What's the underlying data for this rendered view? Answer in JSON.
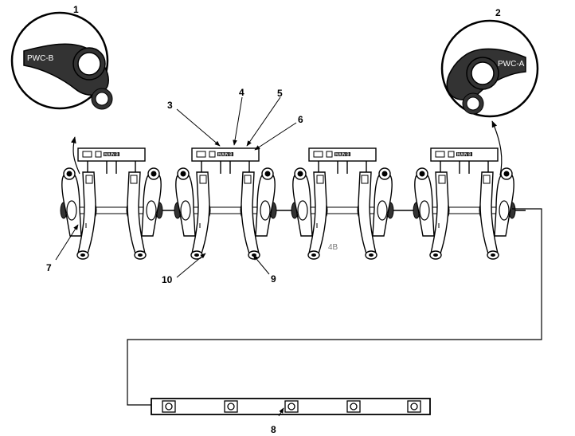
{
  "detail_views": [
    {
      "id": "detail-1",
      "callout": "1",
      "tag": "PWC-B"
    },
    {
      "id": "detail-2",
      "callout": "2",
      "tag": "PWC-A"
    }
  ],
  "callouts": {
    "c3": "3",
    "c4": "4",
    "c5": "5",
    "c6": "6",
    "c7": "7",
    "c8": "8",
    "c9": "9",
    "c10": "10"
  },
  "bracket_mark": "MAIN B",
  "stray_text": "4B"
}
